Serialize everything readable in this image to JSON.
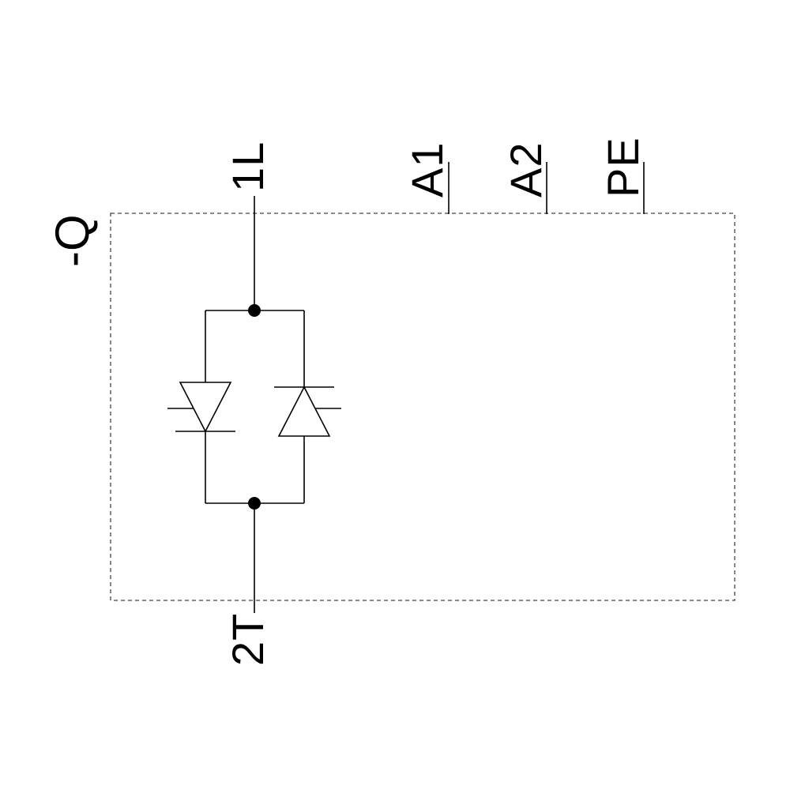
{
  "diagram": {
    "type": "wiring-schematic",
    "device_label": "-Q",
    "component": "antiparallel-thyristor-pair",
    "colors": {
      "line": "#000000",
      "boundary": "#444444",
      "background": "#ffffff"
    },
    "terminals": [
      {
        "id": "1L",
        "label": "1L",
        "role": "load-input",
        "position": "top-left"
      },
      {
        "id": "A1",
        "label": "A1",
        "role": "control",
        "position": "top-middle"
      },
      {
        "id": "A2",
        "label": "A2",
        "role": "control",
        "position": "top-middle"
      },
      {
        "id": "PE",
        "label": "PE",
        "role": "protective-earth",
        "position": "top-right"
      },
      {
        "id": "2T",
        "label": "2T",
        "role": "load-output",
        "position": "bottom-left"
      }
    ]
  }
}
